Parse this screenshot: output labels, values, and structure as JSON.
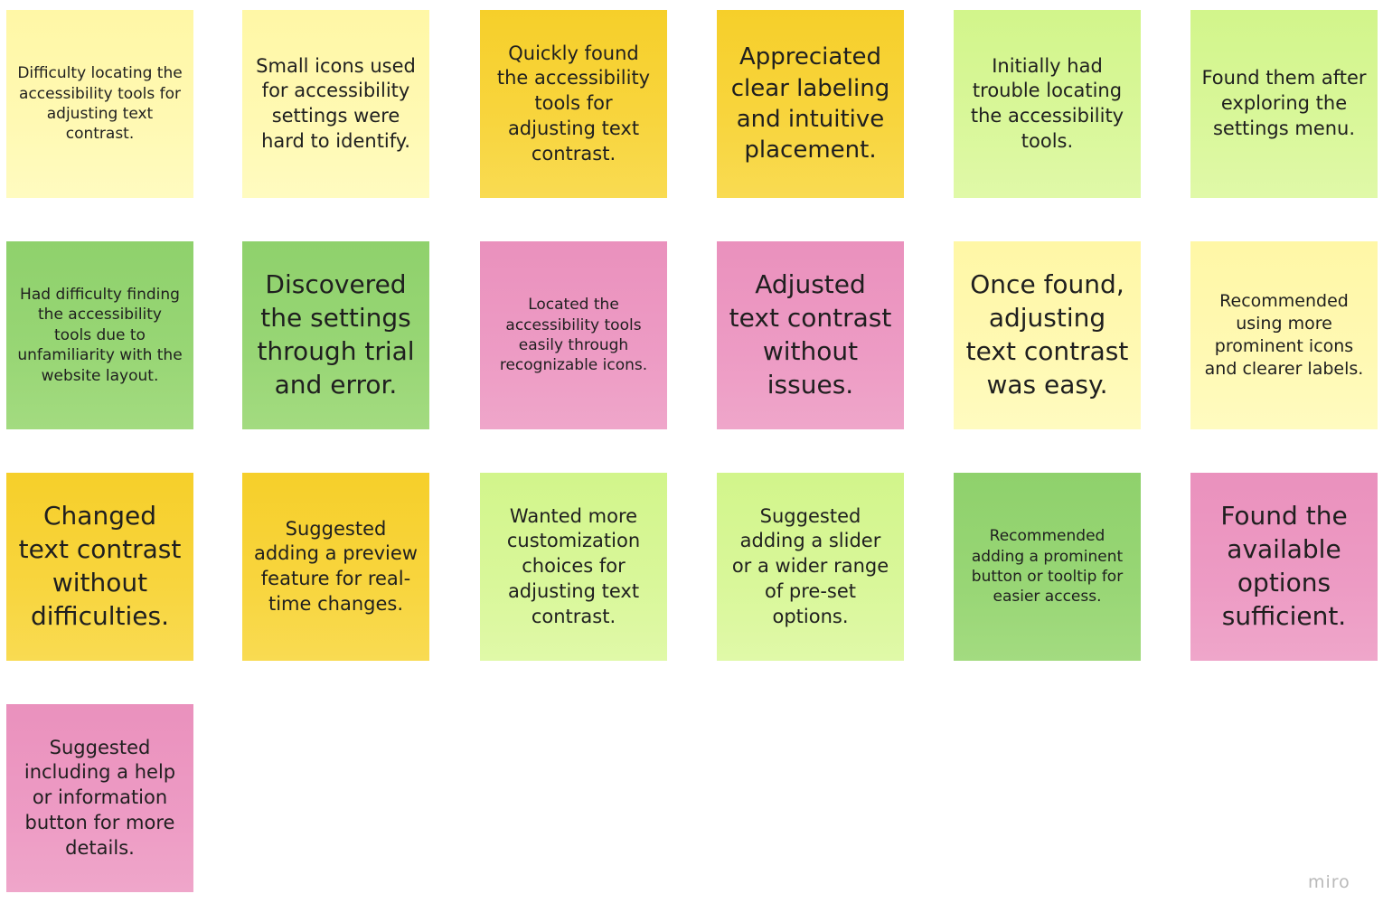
{
  "board": {
    "watermark": "miro",
    "colors": {
      "light_yellow": "#fff9b3",
      "yellow": "#f8d53e",
      "light_green": "#d9f79a",
      "green": "#98d675",
      "pink": "#ed9bc4"
    },
    "notes": [
      {
        "text": "Difficulty locating the accessibility tools for adjusting text contrast.",
        "color": "light_yellow"
      },
      {
        "text": "Small icons used for accessibility settings were hard to identify.",
        "color": "light_yellow"
      },
      {
        "text": "Quickly found the accessibility tools for adjusting text contrast.",
        "color": "yellow"
      },
      {
        "text": "Appreciated clear labeling and intuitive placement.",
        "color": "yellow"
      },
      {
        "text": "Initially had trouble locating the accessibility tools.",
        "color": "light_green"
      },
      {
        "text": "Found them after exploring the settings menu.",
        "color": "light_green"
      },
      {
        "text": "Had difficulty finding the accessibility tools due to unfamiliarity with the website layout.",
        "color": "green"
      },
      {
        "text": "Discovered the settings through trial and error.",
        "color": "green"
      },
      {
        "text": "Located the accessibility tools easily through recognizable icons.",
        "color": "pink"
      },
      {
        "text": "Adjusted text contrast without issues.",
        "color": "pink"
      },
      {
        "text": "Once found, adjusting text contrast was easy.",
        "color": "light_yellow"
      },
      {
        "text": "Recommended using more prominent icons and clearer labels.",
        "color": "light_yellow"
      },
      {
        "text": "Changed text contrast without difficulties.",
        "color": "yellow"
      },
      {
        "text": "Suggested adding a preview feature for real-time changes.",
        "color": "yellow"
      },
      {
        "text": "Wanted more customization choices for adjusting text contrast.",
        "color": "light_green"
      },
      {
        "text": "Suggested adding a slider or a wider range of pre-set options.",
        "color": "light_green"
      },
      {
        "text": "Recommended adding a prominent button or tooltip for easier access.",
        "color": "green"
      },
      {
        "text": "Found the available options sufficient.",
        "color": "pink"
      },
      {
        "text": "Suggested including a help or information button for more details.",
        "color": "pink"
      }
    ]
  }
}
